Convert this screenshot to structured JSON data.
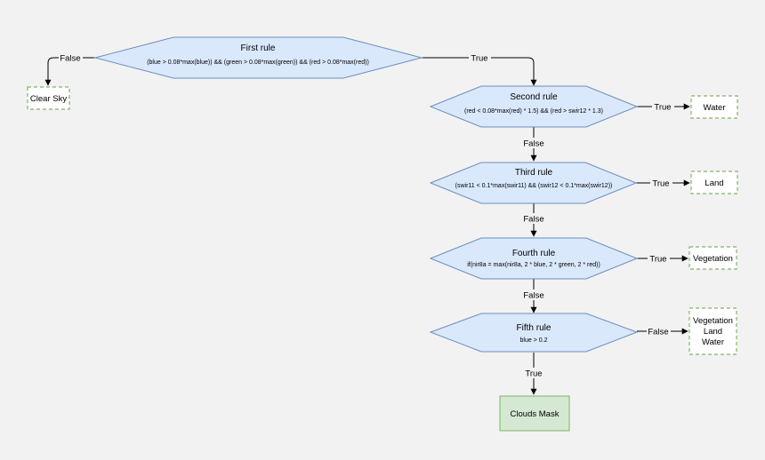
{
  "colors": {
    "background": "#f2f2f2",
    "hex_fill": "#dae8fc",
    "hex_stroke": "#6c8ebf",
    "leaf_stroke": "#82b366",
    "leaf_fill": "#ffffff",
    "final_fill": "#d5e8d4",
    "edge": "#000000"
  },
  "rules": [
    {
      "title": "First rule",
      "condition": "(blue > 0.08*max(blue)) && (green > 0.08*max(green)) && (red > 0.08*max(red))"
    },
    {
      "title": "Second rule",
      "condition": "(red < 0.08*max(red) * 1.5) && (red > swir12 * 1.3)"
    },
    {
      "title": "Third rule",
      "condition": "(swir11 < 0.1*max(swir11) && (swir12 < 0.1*max(swir12))"
    },
    {
      "title": "Fourth rule",
      "condition": "if(nir8a = max(nir8a, 2 * blue, 2 * green, 2 * red))"
    },
    {
      "title": "Fifth rule",
      "condition": "blue > 0.2"
    }
  ],
  "outcomes": {
    "clear_sky": "Clear Sky",
    "water": "Water",
    "land": "Land",
    "vegetation": "Vegetation",
    "mixed": [
      "Vegetation",
      "Land",
      "Water"
    ],
    "clouds_mask": "Clouds Mask"
  },
  "edge_labels": {
    "rule1_false": "False",
    "rule1_true": "True",
    "rule2_true": "True",
    "rule2_false": "False",
    "rule3_true": "True",
    "rule3_false": "False",
    "rule4_true": "True",
    "rule4_false": "False",
    "rule5_false": "False",
    "rule5_true": "True"
  }
}
